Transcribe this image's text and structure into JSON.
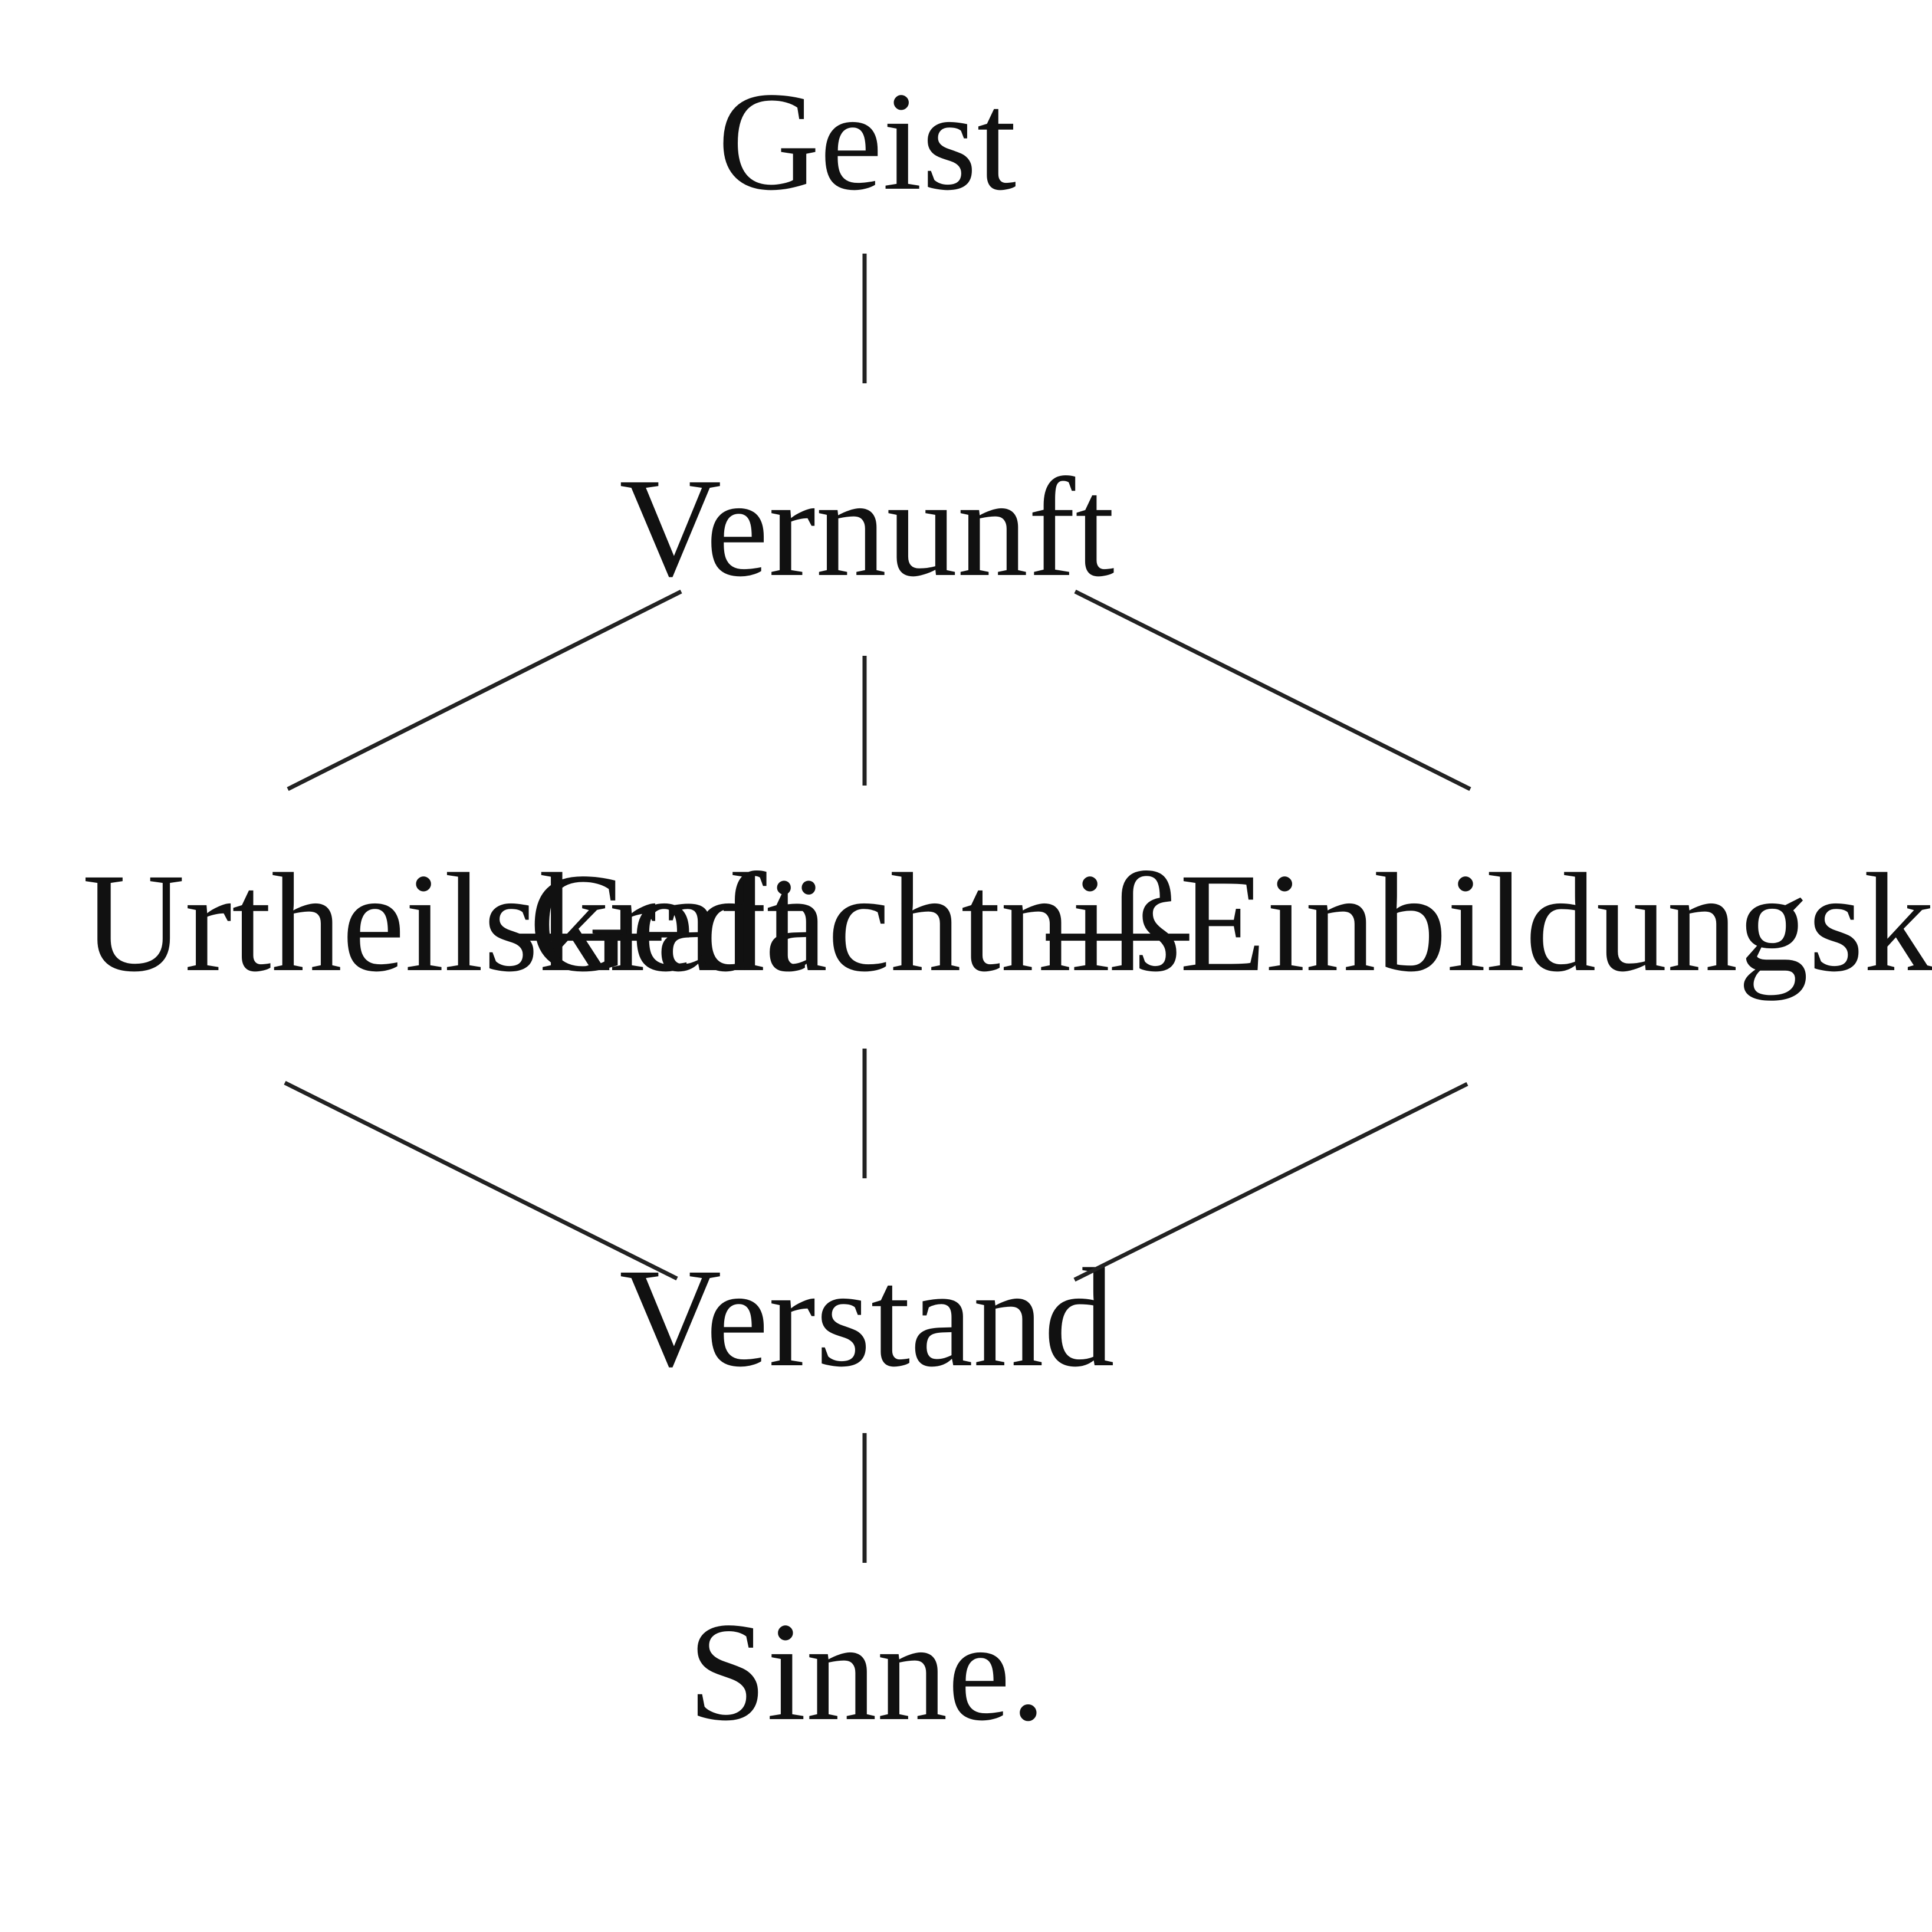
{
  "diagram": {
    "nodes": {
      "geist": "Geist",
      "vernunft": "Vernunft",
      "urteilskraft": "Urtheilskraft",
      "gedaechtnis": "Gedächtniß",
      "einbildungskraft": "Einbildungskraft",
      "verstand": "Verstand",
      "sinne": "Sinne."
    },
    "dash": "—",
    "colors": {
      "text": "#111111",
      "lines": "#222222",
      "background": "#ffffff"
    }
  }
}
